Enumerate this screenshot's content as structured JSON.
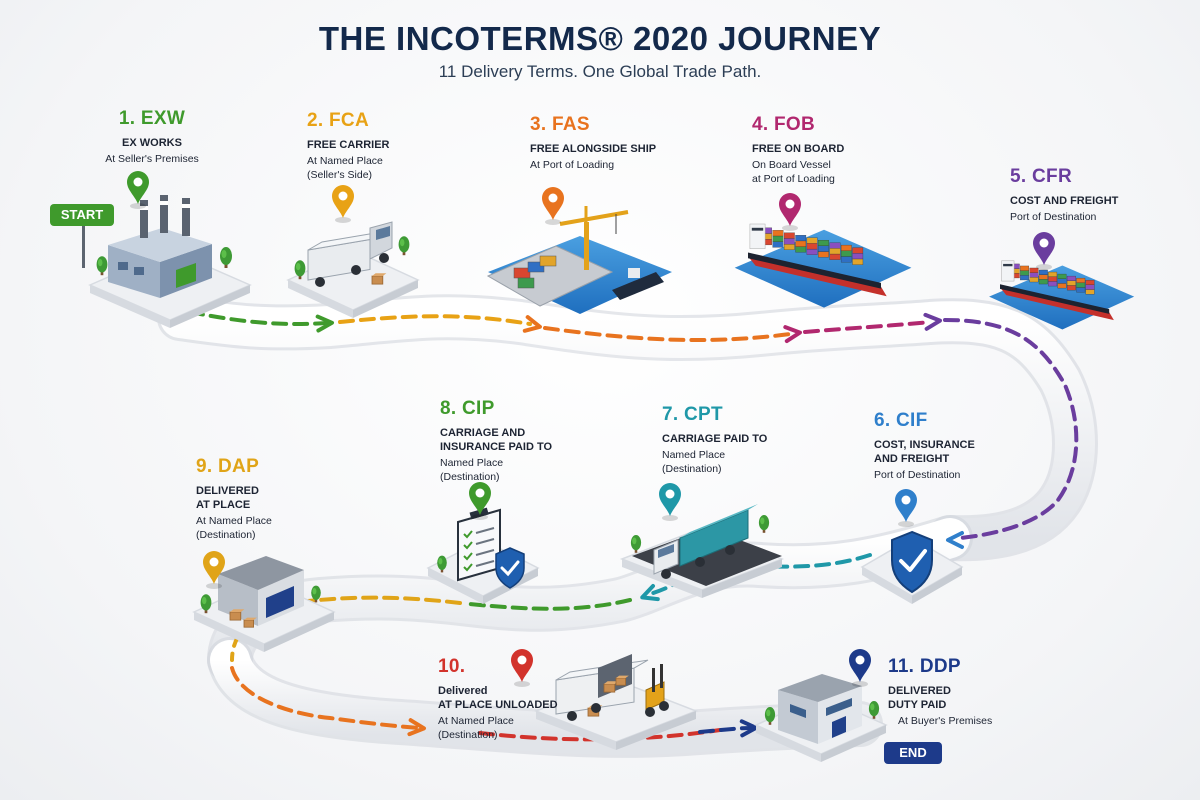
{
  "header": {
    "title": "THE INCOTERMS® 2020 JOURNEY",
    "subtitle": "11 Delivery Terms. One Global Trade Path."
  },
  "badges": {
    "start": "START",
    "end": "END"
  },
  "colors": {
    "navy": "#13294b",
    "exw": "#3f9a2c",
    "fca": "#e8a215",
    "fas": "#e8731f",
    "fob": "#b1286f",
    "cfr": "#6a3d9e",
    "cif": "#2f7fcb",
    "cpt": "#1f98a8",
    "cip": "#3f9a2c",
    "dap": "#e0a418",
    "dpu": "#d2332c",
    "ddp": "#1d3a8a"
  },
  "steps": [
    {
      "code": "1. EXW",
      "name": "EX WORKS",
      "place": [
        "At Seller's Premises"
      ],
      "icon": "factory-icon"
    },
    {
      "code": "2. FCA",
      "name": "FREE CARRIER",
      "place": [
        "At Named Place",
        "(Seller's Side)"
      ],
      "icon": "truck-icon"
    },
    {
      "code": "3. FAS",
      "name": "FREE ALONGSIDE SHIP",
      "place": [
        "At Port of Loading"
      ],
      "icon": "port-crane-icon"
    },
    {
      "code": "4. FOB",
      "name": "FREE ON BOARD",
      "place": [
        "On Board Vessel",
        "at Port of Loading"
      ],
      "icon": "container-ship-icon"
    },
    {
      "code": "5. CFR",
      "name": "COST AND FREIGHT",
      "place": [
        "Port of Destination"
      ],
      "icon": "container-ship-icon"
    },
    {
      "code": "6. CIF",
      "name": [
        "COST, INSURANCE",
        "AND FREIGHT"
      ],
      "place": [
        "Port of Destination"
      ],
      "icon": "insurance-shield-icon"
    },
    {
      "code": "7. CPT",
      "name": "CARRIAGE PAID TO",
      "place": [
        "Named Place",
        "(Destination)"
      ],
      "icon": "container-truck-icon"
    },
    {
      "code": "8. CIP",
      "name": [
        "CARRIAGE AND",
        "INSURANCE PAID TO"
      ],
      "place": [
        "Named Place",
        "(Destination)"
      ],
      "icon": "insurance-checklist-icon"
    },
    {
      "code": "9. DAP",
      "name": [
        "DELIVERED",
        "AT PLACE"
      ],
      "place": [
        "At Named Place",
        "(Destination)"
      ],
      "icon": "warehouse-icon"
    },
    {
      "code": "10.",
      "name": [
        "Delivered",
        "AT PLACE UNLOADED"
      ],
      "place": [
        "At Named Place",
        "(Destination)"
      ],
      "icon": "forklift-unloading-icon"
    },
    {
      "code": "11. DDP",
      "name": [
        "DELIVERED",
        "DUTY PAID"
      ],
      "place": [
        "At Buyer's Premises"
      ],
      "icon": "buyer-building-icon"
    }
  ]
}
